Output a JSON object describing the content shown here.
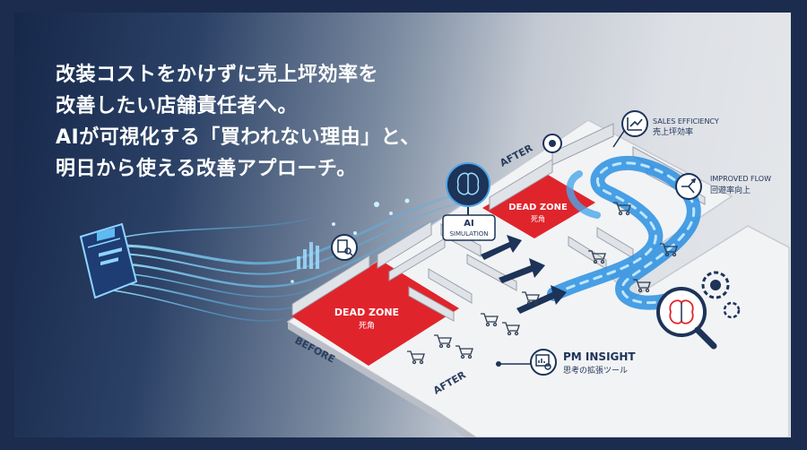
{
  "headline": {
    "line1": "改装コストをかけずに売上坪効率を",
    "line2": "改善したい店舗責任者へ。",
    "line3": "AIが可視化する「買われない理由」と、",
    "line4": "明日から使える改善アプローチ。"
  },
  "labels": {
    "before": "BEFORE",
    "after_left": "AFTER",
    "after_top": "AFTER",
    "ai_title": "AI",
    "ai_sub": "SIMULATION",
    "dead_zone_title": "DEAD ZONE",
    "dead_zone_jp": "死角",
    "sales_efficiency_en": "SALES EFFICIENCY",
    "sales_efficiency_jp": "売上坪効率",
    "improved_flow_en": "IMPROVED FLOW",
    "improved_flow_jp": "回遊率向上",
    "pm_insight_en": "PM INSIGHT",
    "pm_insight_jp": "思考の拡張ツール"
  },
  "colors": {
    "frame": "#1c2c4e",
    "dead_zone": "#e0242c",
    "flow": "#2a8fe0",
    "icon_navy": "#1d3358",
    "floor": "#eef0f3"
  },
  "icons": [
    "monitor-dashboard-icon",
    "document-search-icon",
    "ai-brain-icon",
    "chart-up-icon",
    "flow-split-icon",
    "brain-gear-magnifier-icon",
    "analytics-search-icon",
    "shopping-cart-icon"
  ]
}
